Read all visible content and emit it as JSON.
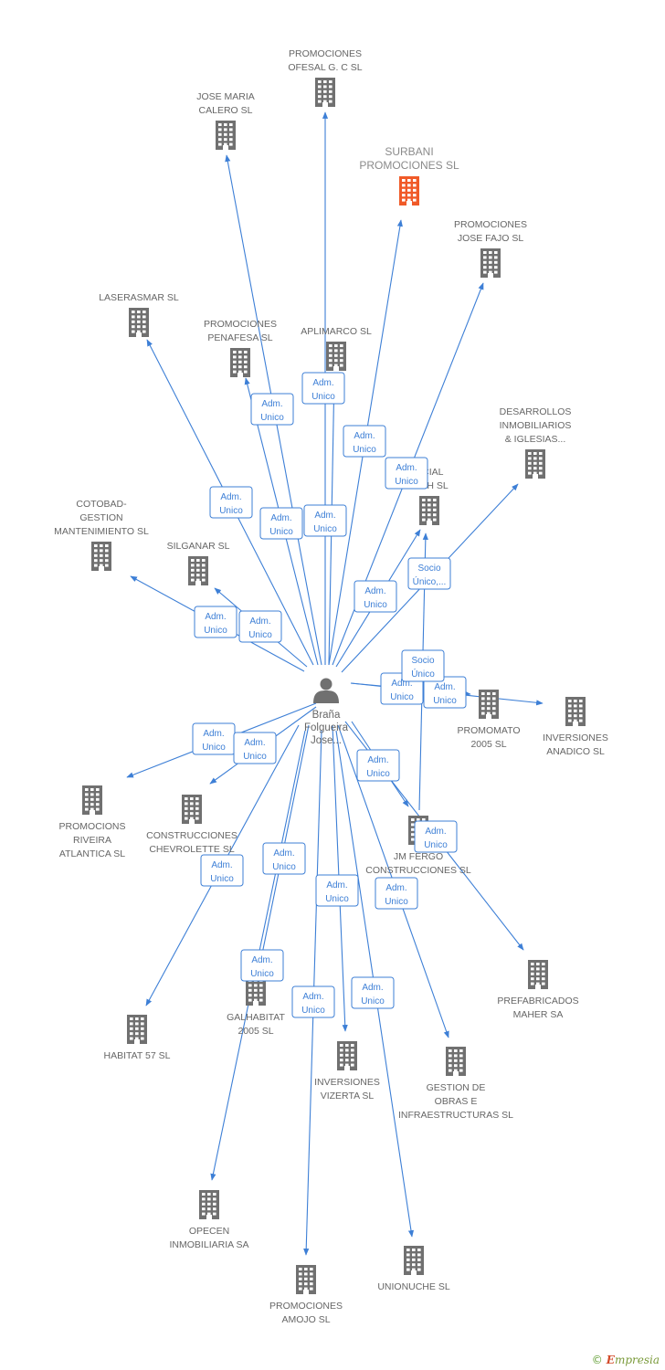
{
  "center": {
    "id": "center",
    "label": [
      "Braña",
      "Folgueira",
      "Jose..."
    ]
  },
  "nodes": [
    {
      "id": "promociones-ofesal",
      "label": [
        "PROMOCIONES",
        "OFESAL G. C SL"
      ]
    },
    {
      "id": "jose-maria-calero",
      "label": [
        "JOSE MARIA",
        "CALERO SL"
      ]
    },
    {
      "id": "surbani",
      "label": [
        "SURBANI",
        "PROMOCIONES SL"
      ],
      "highlight": true
    },
    {
      "id": "promociones-jose-fajo",
      "label": [
        "PROMOCIONES",
        "JOSE FAJO SL"
      ]
    },
    {
      "id": "laserasmar",
      "label": [
        "LASERASMAR SL"
      ]
    },
    {
      "id": "promociones-penafesa",
      "label": [
        "PROMOCIONES",
        "PENAFESA SL"
      ]
    },
    {
      "id": "aplimarco",
      "label": [
        "APLIMARCO SL"
      ]
    },
    {
      "id": "desarrollos-inmobiliarios",
      "label": [
        "DESARROLLOS",
        "INMOBILIARIOS",
        "& IGLESIAS..."
      ]
    },
    {
      "id": "comercial-inch",
      "label": [
        "RCIAL",
        "INCH SL"
      ]
    },
    {
      "id": "cotobad",
      "label": [
        "COTOBAD-",
        "GESTION",
        "MANTENIMIENTO SL"
      ]
    },
    {
      "id": "silganar",
      "label": [
        "SILGANAR SL"
      ]
    },
    {
      "id": "promomato",
      "label": [
        "PROMOMATO",
        "2005 SL"
      ]
    },
    {
      "id": "inversiones-anadico",
      "label": [
        "INVERSIONES",
        "ANADICO SL"
      ]
    },
    {
      "id": "promocions-riveira",
      "label": [
        "PROMOCIONS",
        "RIVEIRA",
        "ATLANTICA SL"
      ]
    },
    {
      "id": "construcciones-chevrolette",
      "label": [
        "CONSTRUCCIONES",
        "CHEVROLETTE SL"
      ]
    },
    {
      "id": "jm-fergo",
      "label": [
        "JM FERGO",
        "CONSTRUCCIONES SL"
      ]
    },
    {
      "id": "prefabricados-maher",
      "label": [
        "PREFABRICADOS",
        "MAHER SA"
      ]
    },
    {
      "id": "habitat-57",
      "label": [
        "HABITAT 57 SL"
      ]
    },
    {
      "id": "galhabitat",
      "label": [
        "GALHABITAT",
        "2005 SL"
      ]
    },
    {
      "id": "inversiones-vizerta",
      "label": [
        "INVERSIONES",
        "VIZERTA SL"
      ]
    },
    {
      "id": "gestion-obras",
      "label": [
        "GESTION DE",
        "OBRAS E",
        "INFRAESTRUCTURAS SL"
      ]
    },
    {
      "id": "opecen",
      "label": [
        "OPECEN",
        "INMOBILIARIA SA"
      ]
    },
    {
      "id": "promociones-amojo",
      "label": [
        "PROMOCIONES",
        "AMOJO SL"
      ]
    },
    {
      "id": "unionuche",
      "label": [
        "UNIONUCHE SL"
      ]
    }
  ],
  "edges": [
    {
      "from": "center",
      "to": "promociones-ofesal",
      "label": [
        "Adm.",
        "Unico"
      ]
    },
    {
      "from": "center",
      "to": "jose-maria-calero",
      "label": [
        "Adm.",
        "Unico"
      ]
    },
    {
      "from": "center",
      "to": "surbani",
      "label": [
        "Adm.",
        "Unico"
      ]
    },
    {
      "from": "center",
      "to": "promociones-jose-fajo",
      "label": [
        "Adm.",
        "Unico"
      ]
    },
    {
      "from": "center",
      "to": "laserasmar",
      "label": [
        "Adm.",
        "Unico"
      ]
    },
    {
      "from": "center",
      "to": "promociones-penafesa",
      "label": [
        "Adm.",
        "Unico"
      ]
    },
    {
      "from": "center",
      "to": "aplimarco",
      "label": [
        "Adm.",
        "Unico"
      ]
    },
    {
      "from": "center",
      "to": "desarrollos-inmobiliarios",
      "label": [
        "Socio",
        "Único,..."
      ]
    },
    {
      "from": "center",
      "to": "comercial-inch",
      "label": [
        "Adm.",
        "Unico"
      ]
    },
    {
      "from": "center",
      "to": "cotobad",
      "label": [
        "Adm.",
        "Unico"
      ]
    },
    {
      "from": "center",
      "to": "silganar",
      "label": [
        "Adm.",
        "Unico"
      ]
    },
    {
      "from": "center",
      "to": "promomato",
      "label": [
        "Adm.",
        "Unico"
      ]
    },
    {
      "from": "center",
      "to": "inversiones-anadico",
      "label": [
        "Adm.",
        "Unico"
      ]
    },
    {
      "from": "center",
      "to": "promocions-riveira",
      "label": [
        "Adm.",
        "Unico"
      ]
    },
    {
      "from": "center",
      "to": "construcciones-chevrolette",
      "label": [
        "Adm.",
        "Unico"
      ]
    },
    {
      "from": "center",
      "to": "jm-fergo",
      "label": [
        "Adm.",
        "Unico"
      ]
    },
    {
      "from": "center",
      "to": "prefabricados-maher",
      "label": [
        "Adm.",
        "Unico"
      ]
    },
    {
      "from": "center",
      "to": "habitat-57",
      "label": [
        "Adm.",
        "Unico"
      ]
    },
    {
      "from": "center",
      "to": "galhabitat",
      "label": [
        "Adm.",
        "Unico"
      ]
    },
    {
      "from": "center",
      "to": "inversiones-vizerta",
      "label": [
        "Adm.",
        "Unico"
      ]
    },
    {
      "from": "center",
      "to": "gestion-obras",
      "label": [
        "Adm.",
        "Unico"
      ]
    },
    {
      "from": "center",
      "to": "opecen",
      "label": [
        "Adm.",
        "Unico"
      ]
    },
    {
      "from": "center",
      "to": "promociones-amojo",
      "label": [
        "Adm.",
        "Unico"
      ]
    },
    {
      "from": "center",
      "to": "unionuche",
      "label": [
        "Adm.",
        "Unico"
      ]
    },
    {
      "from": "jm-fergo",
      "to": "comercial-inch",
      "label": [
        "Socio",
        "Único"
      ]
    }
  ],
  "colors": {
    "edge": "#3d7fd6",
    "building": "#707070",
    "highlight": "#f05a28",
    "label": "#666666"
  },
  "footer": {
    "copyright_symbol": "©",
    "brand_first": "E",
    "brand_rest": "mpresia"
  }
}
